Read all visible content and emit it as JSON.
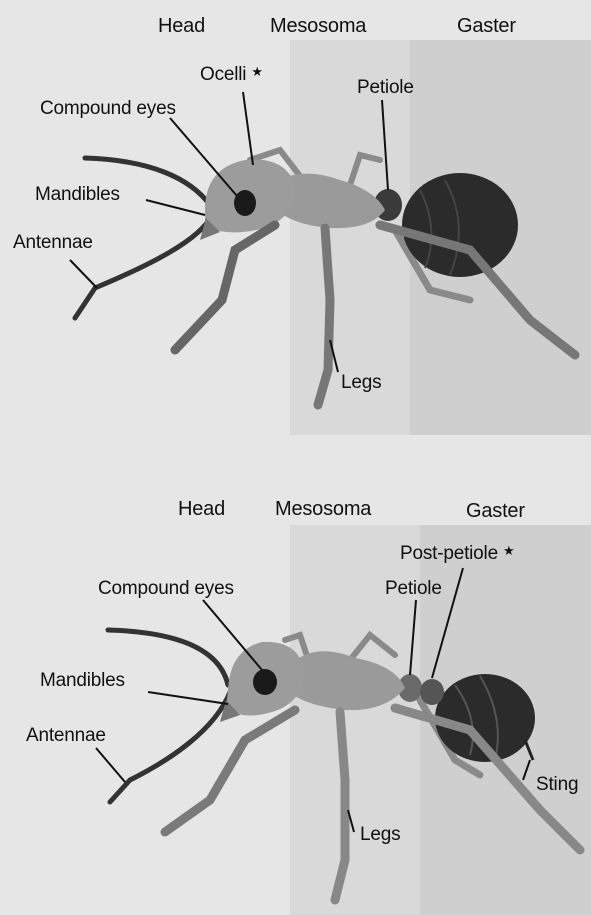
{
  "top": {
    "headers": {
      "head": "Head",
      "mesosoma": "Mesosoma",
      "gaster": "Gaster"
    },
    "labels": {
      "ocelli": "Ocelli",
      "petiole": "Petiole",
      "compound_eyes": "Compound eyes",
      "mandibles": "Mandibles",
      "antennae": "Antennae",
      "legs": "Legs"
    },
    "marker": "★"
  },
  "bottom": {
    "headers": {
      "head": "Head",
      "mesosoma": "Mesosoma",
      "gaster": "Gaster"
    },
    "labels": {
      "post_petiole": "Post-petiole",
      "compound_eyes": "Compound eyes",
      "petiole": "Petiole",
      "mandibles": "Mandibles",
      "antennae": "Antennae",
      "sting": "Sting",
      "legs": "Legs"
    },
    "marker": "★"
  },
  "colors": {
    "background": "#e6e6e6",
    "mesosoma_band": "#d9d9d9",
    "gaster_band": "#cfcfcf",
    "body_light": "#9a9a9a",
    "body_dark": "#2b2b2b",
    "leader_line": "#111111"
  }
}
